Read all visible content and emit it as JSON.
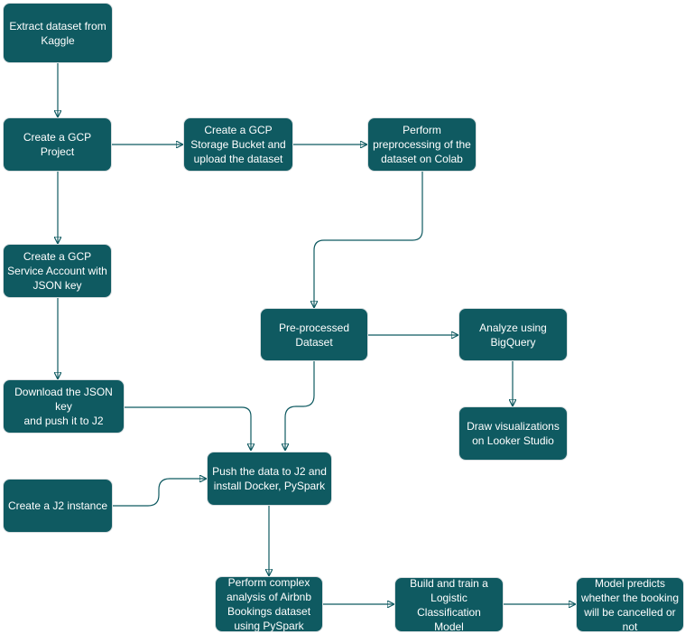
{
  "colors": {
    "node_fill": "#0f5a61",
    "node_text": "#ffffff",
    "edge": "#0f5a61"
  },
  "nodes": {
    "extract": "Extract dataset from\nKaggle",
    "gcp_project": "Create a GCP Project",
    "storage_bucket": "Create a GCP\nStorage Bucket and\nupload the dataset",
    "preprocess_colab": "Perform\npreprocessing of the\ndataset on Colab",
    "service_account": "Create a GCP\nService Account with\nJSON key",
    "preprocessed_dataset": "Pre-processed\nDataset",
    "bigquery": "Analyze using\nBigQuery",
    "download_key": "Download the JSON key\nand push it to J2",
    "looker": "Draw visualizations\non Looker Studio",
    "j2_instance": "Create a J2 instance",
    "push_data": "Push the data to J2 and\ninstall Docker, PySpark",
    "complex_analysis": "Perform complex\nanalysis of Airbnb\nBookings dataset\nusing PySpark",
    "train_model": "Build and train a\nLogistic Classification\nModel",
    "predict": "Model predicts\nwhether the booking\nwill be cancelled or\nnot"
  }
}
